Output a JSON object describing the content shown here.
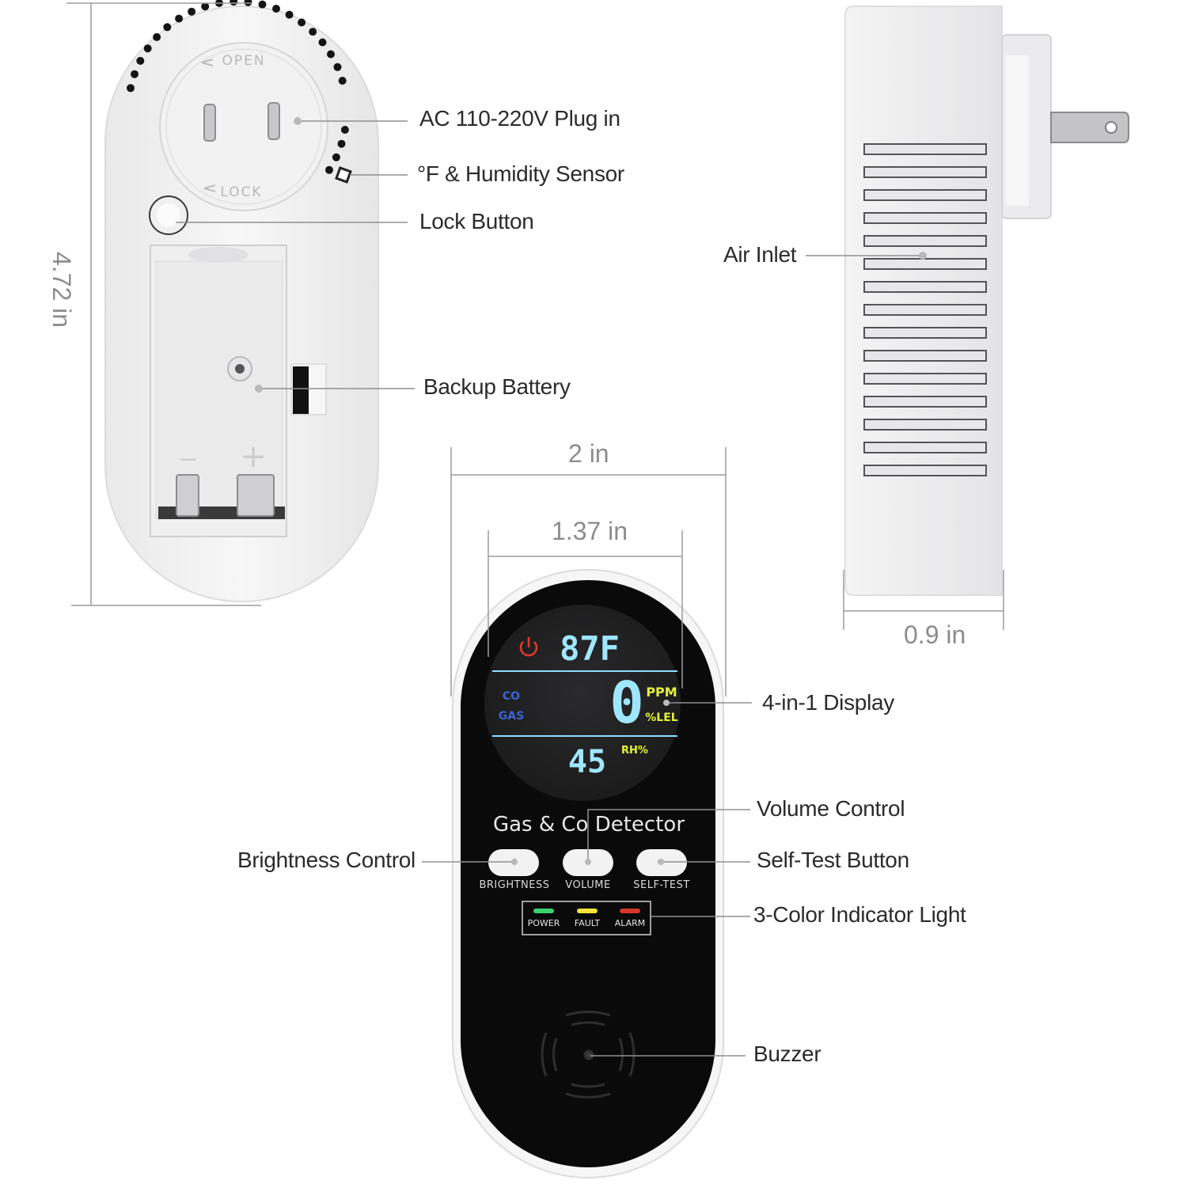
{
  "callouts": {
    "plug": "AC 110-220V Plug in",
    "sensor": "°F & Humidity Sensor",
    "lock": "Lock Button",
    "battery": "Backup Battery",
    "air_inlet": "Air Inlet",
    "display": "4-in-1 Display",
    "volume": "Volume Control",
    "brightness": "Brightness Control",
    "self_test": "Self-Test Button",
    "indicator": "3-Color Indicator Light",
    "buzzer": "Buzzer"
  },
  "dimensions": {
    "height": "4.72 in",
    "width": "2 in",
    "screen_width": "1.37 in",
    "depth": "0.9 in"
  },
  "back_view": {
    "open_label": "OPEN",
    "lock_label": "LOCK",
    "minus": "−",
    "plus": "+"
  },
  "device": {
    "temperature": "87F",
    "gas_reading": "0",
    "humidity": "45",
    "unit_ppm": "PPM",
    "unit_lel": "%LEL",
    "unit_rh": "RH%",
    "mode_co": "CO",
    "mode_gas": "GAS",
    "product_name": "Gas & Co Detector",
    "buttons": [
      "BRIGHTNESS",
      "VOLUME",
      "SELF-TEST"
    ],
    "leds": [
      {
        "label": "POWER",
        "color": "#3bd16f"
      },
      {
        "label": "FAULT",
        "color": "#f1e43a"
      },
      {
        "label": "ALARM",
        "color": "#d8352a"
      }
    ]
  },
  "colors": {
    "device_body": "#f3f3f4",
    "device_face": "#0a0a0a",
    "lcd_digits": "#9fe7ff",
    "lcd_units": "#e4f23b",
    "lcd_mode": "#3a63d6",
    "power_icon": "#e03a2a"
  }
}
